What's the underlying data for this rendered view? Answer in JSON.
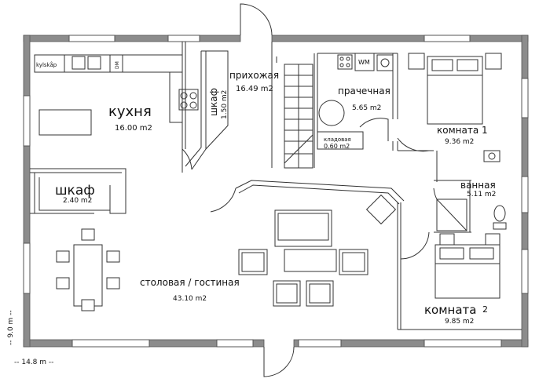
{
  "rooms": {
    "kitchen": {
      "name": "кухня",
      "area": "16.00 m2"
    },
    "hall": {
      "name": "прихожая",
      "area": "16.49 m2"
    },
    "hall_closet": {
      "name": "шкаф",
      "area": "1.50 m2"
    },
    "laundry": {
      "name": "прачечная",
      "area": "5.65 m2"
    },
    "storage": {
      "name": "кладовая",
      "area": "0.60 m2"
    },
    "bedroom1": {
      "name": "комната 1",
      "area": "9.36 m2"
    },
    "bath": {
      "name": "ванная",
      "area": "5.11 m2"
    },
    "closet": {
      "name": "шкаф",
      "area": "2.40 m2"
    },
    "living": {
      "name": "столовая / гостиная",
      "area": "43.10 m2"
    },
    "bedroom2": {
      "name": "комната",
      "number": "2",
      "area": "9.85 m2"
    }
  },
  "appliances": {
    "fridge": "kylskåp",
    "dishwasher": "DM",
    "washer": "WM"
  },
  "dimensions": {
    "width": "-- 14.8 m --",
    "height": "-- 9.0 m --"
  }
}
